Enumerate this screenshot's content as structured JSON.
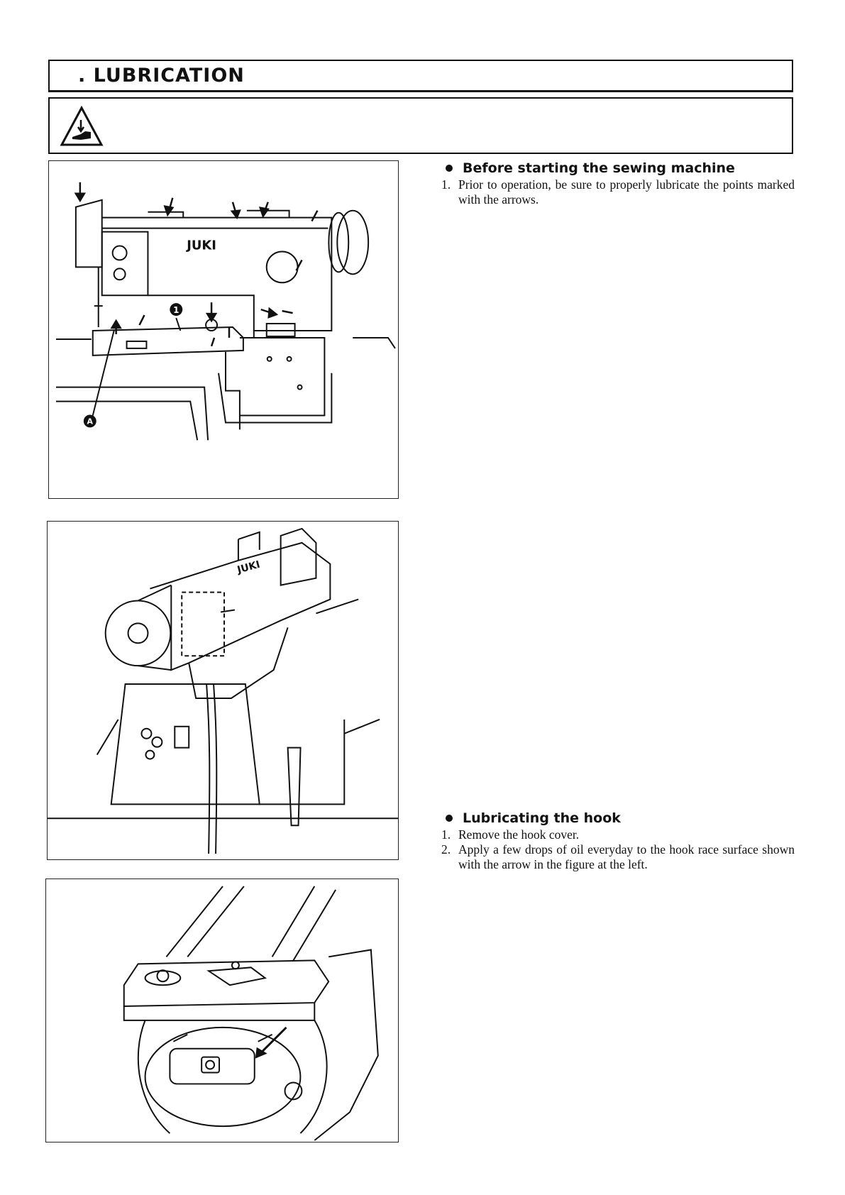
{
  "header": {
    "title": ". LUBRICATION"
  },
  "caution": {
    "icon": "hand-warning-icon"
  },
  "figures": {
    "fig1": {
      "labels": {
        "part_1": "1",
        "point_a": "A"
      },
      "brand": "JUKI"
    },
    "fig2": {
      "brand": "JUKI"
    },
    "fig3": {}
  },
  "sections": [
    {
      "heading": "Before starting the sewing machine",
      "steps": [
        {
          "num": "1.",
          "text": "Prior to operation, be sure to properly lubricate the points marked with the arrows."
        }
      ]
    },
    {
      "heading": "Lubricating the hook",
      "steps": [
        {
          "num": "1.",
          "text": "Remove the hook cover."
        },
        {
          "num": "2.",
          "text": "Apply a few drops of oil everyday to the hook race surface shown with the arrow in the figure at the left."
        }
      ]
    }
  ]
}
